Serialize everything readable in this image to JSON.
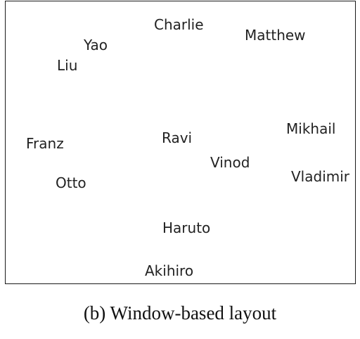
{
  "names": {
    "charlie": "Charlie",
    "yao": "Yao",
    "matthew": "Matthew",
    "liu": "Liu",
    "franz": "Franz",
    "ravi": "Ravi",
    "mikhail": "Mikhail",
    "vinod": "Vinod",
    "otto": "Otto",
    "vladimir": "Vladimir",
    "haruto": "Haruto",
    "akihiro": "Akihiro"
  },
  "caption": "(b) Window-based layout"
}
